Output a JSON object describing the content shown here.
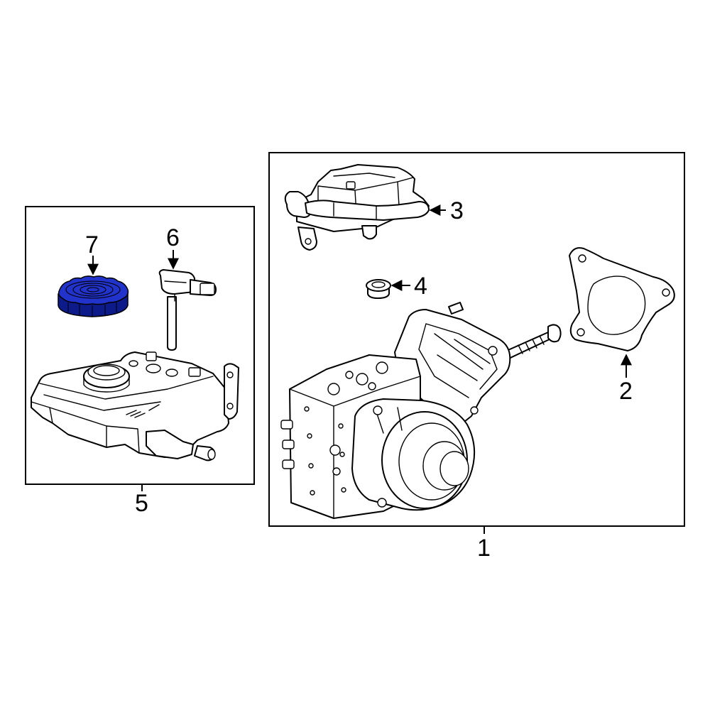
{
  "colors": {
    "highlight": "#2233cc",
    "highlight_dark": "#0d1a8a",
    "line": "#000000",
    "background": "#ffffff"
  },
  "callouts": {
    "c1": "1",
    "c2": "2",
    "c3": "3",
    "c4": "4",
    "c5": "5",
    "c6": "6",
    "c7": "7"
  }
}
